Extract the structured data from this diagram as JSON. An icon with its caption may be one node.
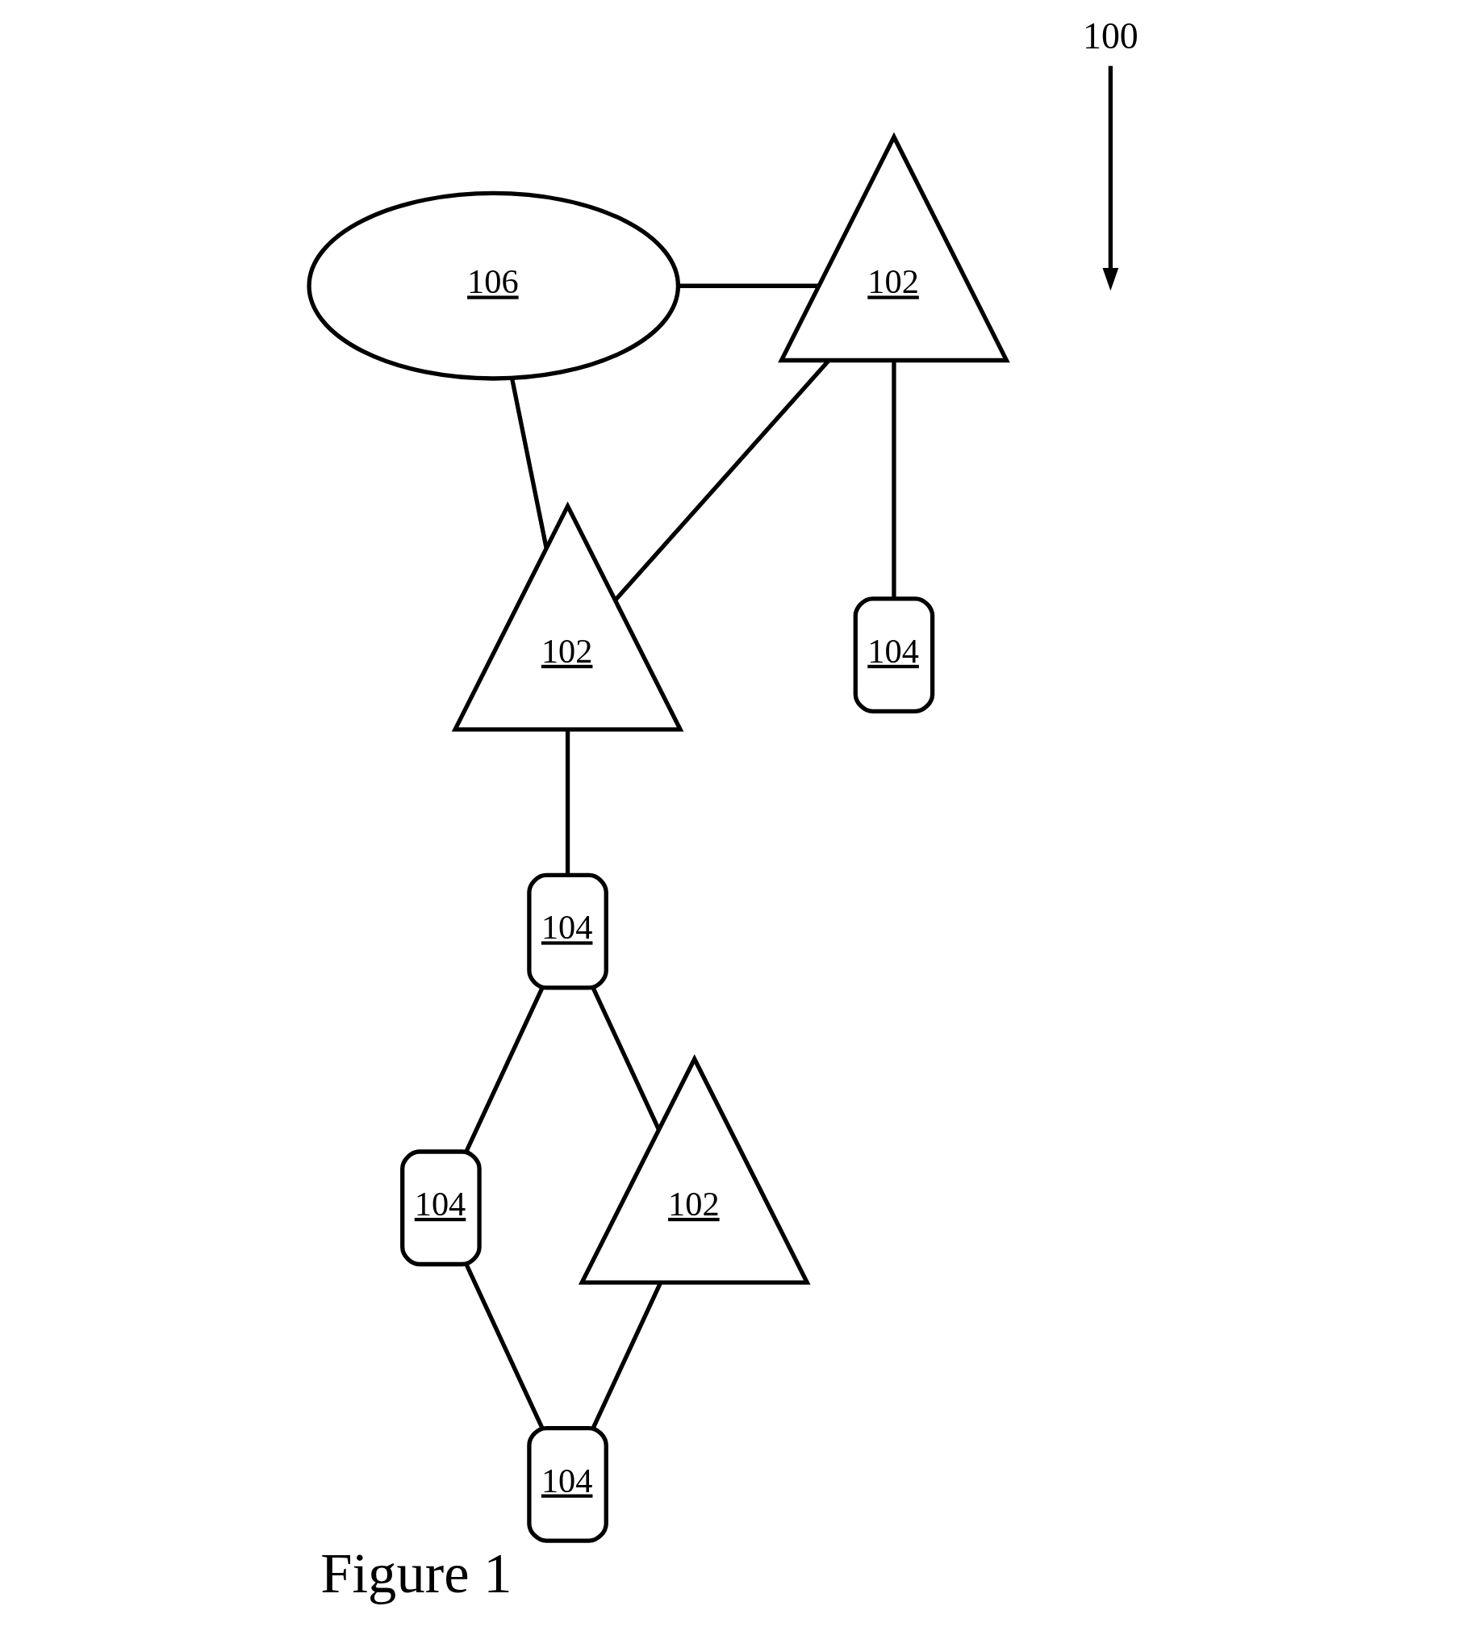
{
  "diagram": {
    "caption": "Figure 1",
    "nodes": [
      {
        "text": [
          "100"
        ]
      },
      {
        "text": [
          "106"
        ]
      },
      {
        "text": [
          "102"
        ]
      },
      {
        "text": [
          "102"
        ]
      },
      {
        "text": [
          "104"
        ]
      },
      {
        "text": [
          "104"
        ]
      },
      {
        "text": [
          "102"
        ]
      },
      {
        "text": [
          "104"
        ]
      },
      {
        "text": [
          "104"
        ]
      }
    ],
    "edges": [
      {
        "from": 0,
        "to": null,
        "arrow": "to"
      },
      {
        "from": 1,
        "to": 2,
        "arrow": "none"
      },
      {
        "from": 1,
        "to": 3,
        "arrow": "none"
      },
      {
        "from": 3,
        "to": 2,
        "arrow": "none"
      },
      {
        "from": 2,
        "to": 4,
        "arrow": "none"
      },
      {
        "from": 3,
        "to": 5,
        "arrow": "none"
      },
      {
        "from": 5,
        "to": 6,
        "arrow": "none"
      },
      {
        "from": 5,
        "to": 7,
        "arrow": "none"
      },
      {
        "from": 7,
        "to": 8,
        "arrow": "none"
      },
      {
        "from": 8,
        "to": 6,
        "arrow": "none"
      }
    ]
  }
}
